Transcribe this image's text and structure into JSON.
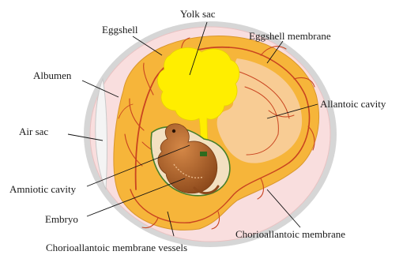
{
  "labels": {
    "eggshell": "Eggshell",
    "yolk_sac": "Yolk sac",
    "eggshell_membrane": "Eggshell membrane",
    "albumen": "Albumen",
    "allantoic_cavity": "Allantoic cavity",
    "air_sac": "Air sac",
    "amniotic_cavity": "Amniotic cavity",
    "embryo": "Embryo",
    "chorioallantoic_membrane": "Chorioallantoic membrane",
    "chorioallantoic_membrane_vessels": "Chorioallantoic membrane vessels"
  },
  "colors": {
    "shell": "#d6d6d6",
    "albumen": "#f9dede",
    "air_sac": "#f4f4f4",
    "chorioallantoic": "#f6b53a",
    "vessels": "#c94420",
    "yolk": "#ffee00",
    "amnion_line": "#3f7d2a",
    "embryo": "#b5652a"
  }
}
